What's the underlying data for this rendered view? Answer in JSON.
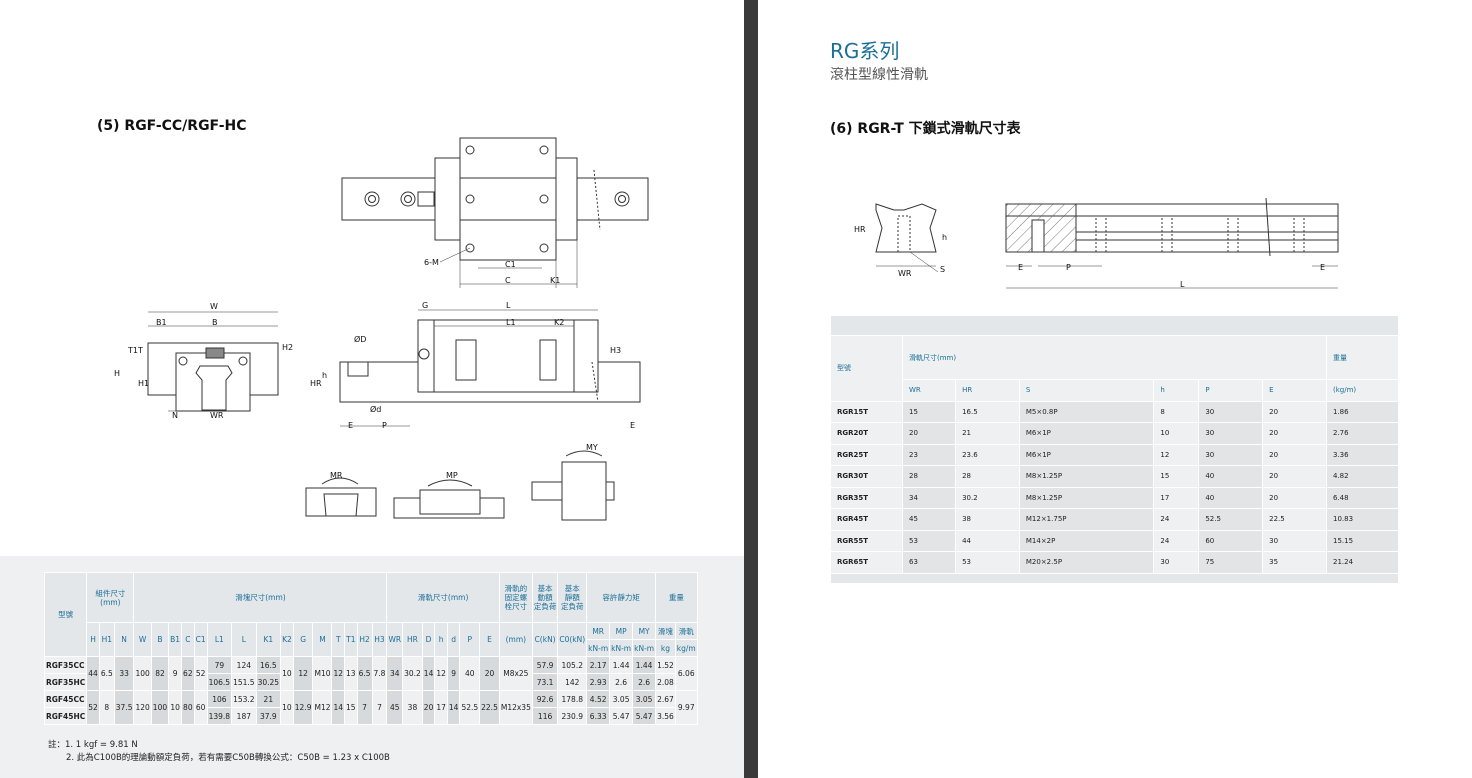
{
  "left": {
    "section_title": "(5) RGF-CC/RGF-HC",
    "drawing_labels": {
      "top": [
        "6-M",
        "C1",
        "C",
        "K1"
      ],
      "front": [
        "W",
        "B1",
        "B",
        "T1",
        "T",
        "H2",
        "H",
        "H1",
        "N",
        "WR"
      ],
      "side": [
        "G",
        "L",
        "L1",
        "K2",
        "H3",
        "ØD",
        "h",
        "HR",
        "Ød",
        "E",
        "P",
        "E"
      ],
      "moments": [
        "MR",
        "MP",
        "MY"
      ]
    },
    "table": {
      "head1": {
        "model": "型號",
        "assembly": "組件尺寸\n(mm)",
        "block": "滑塊尺寸(mm)",
        "rail": "滑軌尺寸(mm)",
        "bolt": "滑軌的\n固定螺\n栓尺寸",
        "dyn": "基本\n動額\n定負荷",
        "stat": "基本\n靜額\n定負荷",
        "moment": "容許靜力矩",
        "weight": "重量"
      },
      "head2": [
        "H",
        "H1",
        "N",
        "W",
        "B",
        "B1",
        "C",
        "C1",
        "L1",
        "L",
        "K1",
        "K2",
        "G",
        "M",
        "T",
        "T1",
        "H2",
        "H3",
        "WR",
        "HR",
        "D",
        "h",
        "d",
        "P",
        "E",
        "(mm)",
        "C(kN)",
        "C0(kN)",
        "MR",
        "MP",
        "MY",
        "滑塊",
        "滑軌"
      ],
      "head3": [
        "kN-m",
        "kN-m",
        "kN-m",
        "kg",
        "kg/m"
      ],
      "groups": [
        {
          "models": [
            "RGF35CC",
            "RGF35HC"
          ],
          "H": "44",
          "H1": "6.5",
          "N": "33",
          "W": "100",
          "B": "82",
          "B1": "9",
          "C": "62",
          "C1": "52",
          "L1": [
            "79",
            "106.5"
          ],
          "L": [
            "124",
            "151.5"
          ],
          "K1": [
            "16.5",
            "30.25"
          ],
          "K2": "10",
          "G": "12",
          "M": "M10",
          "T": "12",
          "T1": "13",
          "H2": "6.5",
          "H3": "7.8",
          "WR": "34",
          "HR": "30.2",
          "D": "14",
          "h": "12",
          "d": "9",
          "P": "40",
          "E": "20",
          "bolt": "M8x25",
          "Cdyn": [
            "57.9",
            "73.1"
          ],
          "C0": [
            "105.2",
            "142"
          ],
          "MR": [
            "2.17",
            "2.93"
          ],
          "MP": [
            "1.44",
            "2.6"
          ],
          "MY": [
            "1.44",
            "2.6"
          ],
          "block_kg": [
            "1.52",
            "2.08"
          ],
          "rail_kgm": "6.06"
        },
        {
          "models": [
            "RGF45CC",
            "RGF45HC"
          ],
          "H": "52",
          "H1": "8",
          "N": "37.5",
          "W": "120",
          "B": "100",
          "B1": "10",
          "C": "80",
          "C1": "60",
          "L1": [
            "106",
            "139.8"
          ],
          "L": [
            "153.2",
            "187"
          ],
          "K1": [
            "21",
            "37.9"
          ],
          "K2": "10",
          "G": "12.9",
          "M": "M12",
          "T": "14",
          "T1": "15",
          "H2": "7",
          "H3": "7",
          "WR": "45",
          "HR": "38",
          "D": "20",
          "h": "17",
          "d": "14",
          "P": "52.5",
          "E": "22.5",
          "bolt": "M12x35",
          "Cdyn": [
            "92.6",
            "116"
          ],
          "C0": [
            "178.8",
            "230.9"
          ],
          "MR": [
            "4.52",
            "6.33"
          ],
          "MP": [
            "3.05",
            "5.47"
          ],
          "MY": [
            "3.05",
            "5.47"
          ],
          "block_kg": [
            "2.67",
            "3.56"
          ],
          "rail_kgm": "9.97"
        }
      ]
    },
    "notes": [
      "註：1. 1 kgf = 9.81 N",
      "2. 此為C100B的理論動額定負荷，若有需要C50B轉換公式：C50B = 1.23 x C100B"
    ]
  },
  "right": {
    "series_title": "RG系列",
    "series_subtitle": "滾柱型線性滑軌",
    "section_title": "(6) RGR-T 下鎖式滑軌尺寸表",
    "drawing_labels": [
      "HR",
      "h",
      "WR",
      "S",
      "E",
      "P",
      "E",
      "L"
    ],
    "table": {
      "model_header": "型號",
      "dims_header": "滑軌尺寸(mm)",
      "weight_header": "重量",
      "columns": [
        "WR",
        "HR",
        "S",
        "h",
        "P",
        "E",
        "(kg/m)"
      ],
      "rows": [
        [
          "RGR15T",
          "15",
          "16.5",
          "M5×0.8P",
          "8",
          "30",
          "20",
          "1.86"
        ],
        [
          "RGR20T",
          "20",
          "21",
          "M6×1P",
          "10",
          "30",
          "20",
          "2.76"
        ],
        [
          "RGR25T",
          "23",
          "23.6",
          "M6×1P",
          "12",
          "30",
          "20",
          "3.36"
        ],
        [
          "RGR30T",
          "28",
          "28",
          "M8×1.25P",
          "15",
          "40",
          "20",
          "4.82"
        ],
        [
          "RGR35T",
          "34",
          "30.2",
          "M8×1.25P",
          "17",
          "40",
          "20",
          "6.48"
        ],
        [
          "RGR45T",
          "45",
          "38",
          "M12×1.75P",
          "24",
          "52.5",
          "22.5",
          "10.83"
        ],
        [
          "RGR55T",
          "53",
          "44",
          "M14×2P",
          "24",
          "60",
          "30",
          "15.15"
        ],
        [
          "RGR65T",
          "63",
          "53",
          "M20×2.5P",
          "30",
          "75",
          "35",
          "21.24"
        ]
      ]
    }
  }
}
